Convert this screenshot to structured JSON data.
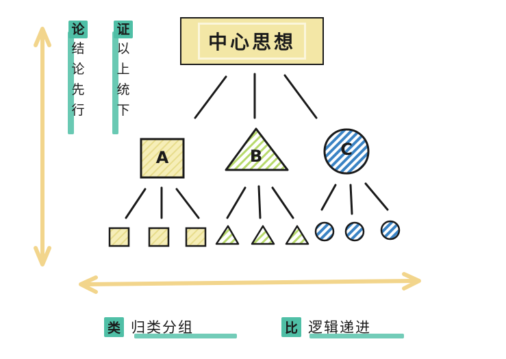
{
  "title": "中心思想",
  "left_column_1": {
    "key": "论",
    "chars": [
      "结",
      "论",
      "先",
      "行"
    ]
  },
  "left_column_2": {
    "key": "证",
    "chars": [
      "以",
      "上",
      "统",
      "下"
    ]
  },
  "nodes": {
    "a": "A",
    "b": "B",
    "c": "C"
  },
  "bottom_left": {
    "key": "类",
    "text": "归类分组"
  },
  "bottom_right": {
    "key": "比",
    "text": "逻辑递进"
  },
  "colors": {
    "accent_teal": "#4fbfa6",
    "yellow": "#f3e7a6",
    "green_stripe": "#b7d96a",
    "blue_stripe": "#3a83c4",
    "arrow": "#f2d58c"
  }
}
